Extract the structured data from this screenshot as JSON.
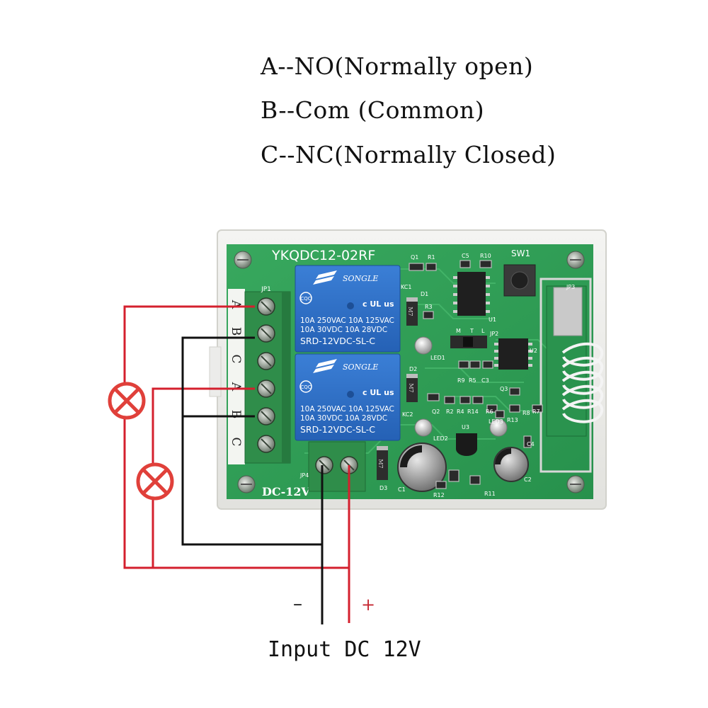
{
  "legend": {
    "a": "A--NO(Normally open)",
    "b": "B--Com (Common)",
    "c": "C--NC(Normally Closed)"
  },
  "board": {
    "model": "YKQDC12-02RF",
    "power_label": "DC-12V",
    "terminal_letters": [
      "A",
      "B",
      "C",
      "A",
      "B",
      "C"
    ],
    "relay": {
      "brand": "SONGLE",
      "cert": "CQC",
      "ul": "c UL us",
      "rating_line1": "10A 250VAC  10A 125VAC",
      "rating_line2": "10A  30VDC  10A  28VDC",
      "model": "SRD-12VDC-SL-C"
    },
    "labels": {
      "jp1": "JP1",
      "jp2": "JP2",
      "jp3": "JP3",
      "jp4": "JP4",
      "sw1": "SW1",
      "q1": "Q1",
      "r1": "R1",
      "c5": "C5",
      "r10": "R10",
      "kc1": "KC1",
      "d1": "D1",
      "r3": "R3",
      "u1": "U1",
      "led1": "LED1",
      "u2": "U2",
      "d2": "D2",
      "kc2": "KC2",
      "q2": "Q2",
      "r2": "R2",
      "r4": "R4",
      "r14": "R14",
      "r9": "R9",
      "r5": "R5",
      "c3": "C3",
      "r6": "R6",
      "r13": "R13",
      "r8": "R8",
      "r7": "R7",
      "q3": "Q3",
      "led2": "LED2",
      "led3": "LED3",
      "u3": "U3",
      "c4": "C4",
      "d3": "D3",
      "c1": "C1",
      "c2": "C2",
      "r12": "R12",
      "r11": "R11",
      "m": "M",
      "t": "T",
      "l": "L"
    }
  },
  "input": {
    "minus": "–",
    "plus": "+",
    "label": "Input DC 12V"
  },
  "colors": {
    "pcb": "#2e9e55",
    "relay": "#2d6fc4",
    "terminal": "#2f8d4a",
    "wire_red": "#d4202e",
    "wire_black": "#111111",
    "lamp": "#e0403a"
  }
}
